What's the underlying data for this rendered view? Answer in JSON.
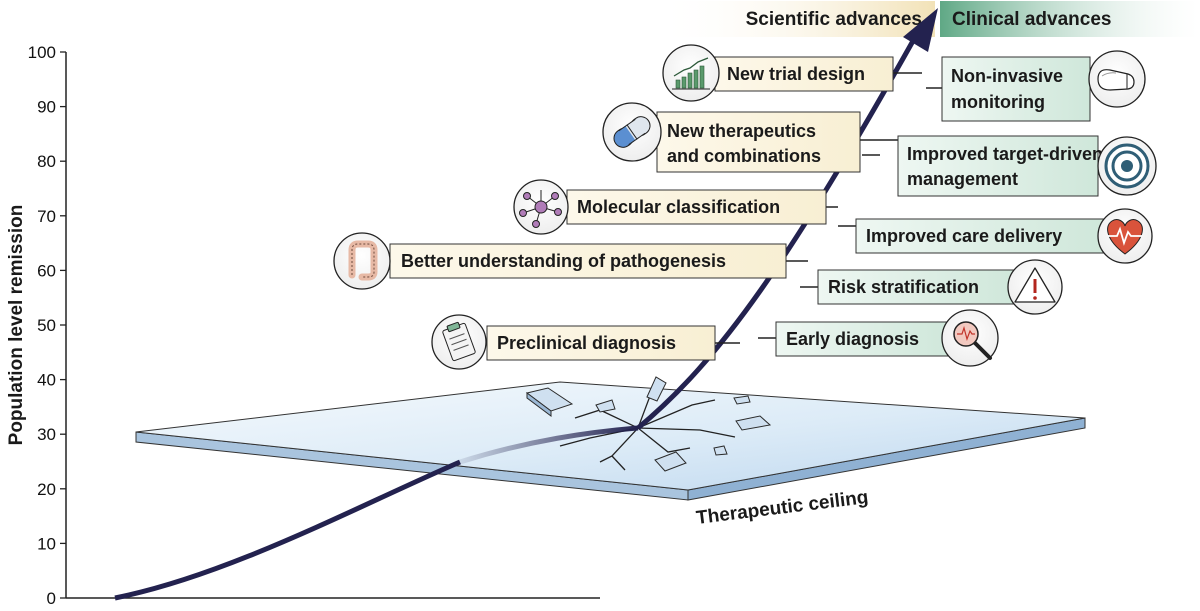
{
  "y_axis": {
    "label": "Population level remission",
    "ticks": [
      "0",
      "10",
      "20",
      "30",
      "40",
      "50",
      "60",
      "70",
      "80",
      "90",
      "100"
    ]
  },
  "headers": {
    "scientific": "Scientific advances",
    "clinical": "Clinical advances"
  },
  "colors": {
    "arrow": "#23224f",
    "scientific_fill": "#fbf4e0",
    "clinical_fill": "#e3f1ea",
    "clinical_header": "#6cb08f",
    "scientific_header": "#f2e2b7",
    "ceiling": "#d8e8f5"
  },
  "ceiling": {
    "label": "Therapeutic ceiling"
  },
  "scientific_advances": [
    {
      "label": "New trial design",
      "icon": "bar-chart-icon"
    },
    {
      "label": "New therapeutics and combinations",
      "lines": [
        "New therapeutics",
        "and combinations"
      ],
      "icon": "capsule-icon"
    },
    {
      "label": "Molecular classification",
      "icon": "molecule-icon"
    },
    {
      "label": "Better understanding of pathogenesis",
      "icon": "colon-icon"
    },
    {
      "label": "Preclinical diagnosis",
      "icon": "clipboard-icon"
    }
  ],
  "clinical_advances": [
    {
      "label": "Non-invasive monitoring",
      "lines": [
        "Non-invasive",
        "monitoring"
      ],
      "icon": "ultrasound-probe-icon"
    },
    {
      "label": "Improved target-driven management",
      "lines": [
        "Improved target-driven",
        "management"
      ],
      "icon": "target-icon"
    },
    {
      "label": "Improved care delivery",
      "icon": "heart-icon"
    },
    {
      "label": "Risk stratification",
      "icon": "warning-icon"
    },
    {
      "label": "Early diagnosis",
      "icon": "magnifier-icon"
    }
  ]
}
